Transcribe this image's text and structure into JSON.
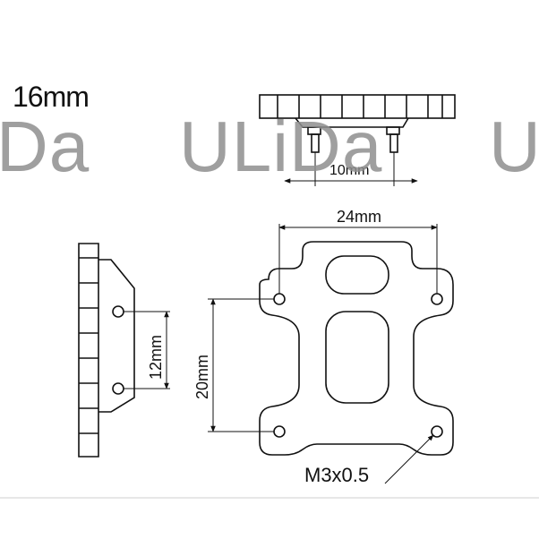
{
  "watermark": {
    "left": "Da",
    "middle": "ULiDa",
    "right": "U"
  },
  "labels": {
    "thickness": "16mm",
    "boss_spacing": "10mm",
    "hole_width": "24mm",
    "side_hole_spacing": "12mm",
    "hole_height": "20mm",
    "thread": "M3x0.5"
  },
  "colors": {
    "line": "#111111",
    "watermark": "#8f8f8f",
    "background": "#ffffff"
  }
}
